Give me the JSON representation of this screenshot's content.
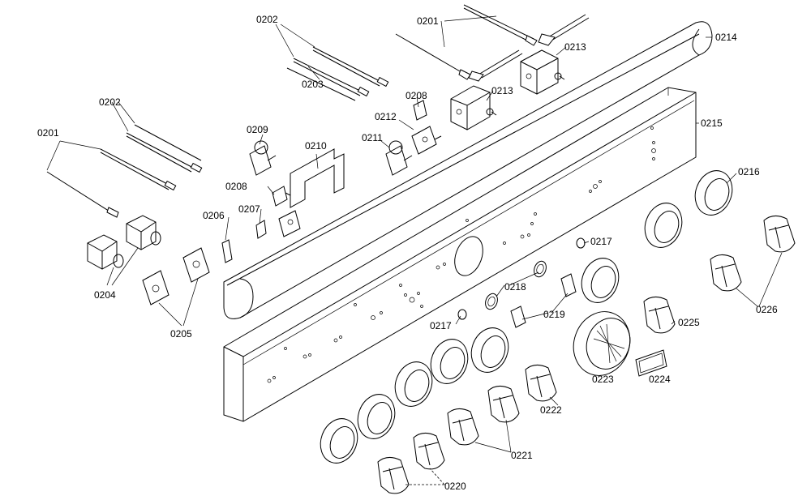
{
  "diagram": {
    "labels": {
      "l0201a": "0201",
      "l0201b": "0201",
      "l0202a": "0202",
      "l0202b": "0202",
      "l0203": "0203",
      "l0204": "0204",
      "l0205": "0205",
      "l0206": "0206",
      "l0207": "0207",
      "l0208a": "0208",
      "l0208b": "0208",
      "l0209": "0209",
      "l0210": "0210",
      "l0211": "0211",
      "l0212": "0212",
      "l0213a": "0213",
      "l0213b": "0213",
      "l0214": "0214",
      "l0215": "0215",
      "l0216": "0216",
      "l0217a": "0217",
      "l0217b": "0217",
      "l0218": "0218",
      "l0219": "0219",
      "l0220": "0220",
      "l0221": "0221",
      "l0222": "0222",
      "l0223": "0223",
      "l0224": "0224",
      "l0225": "0225",
      "l0226": "0226"
    }
  }
}
